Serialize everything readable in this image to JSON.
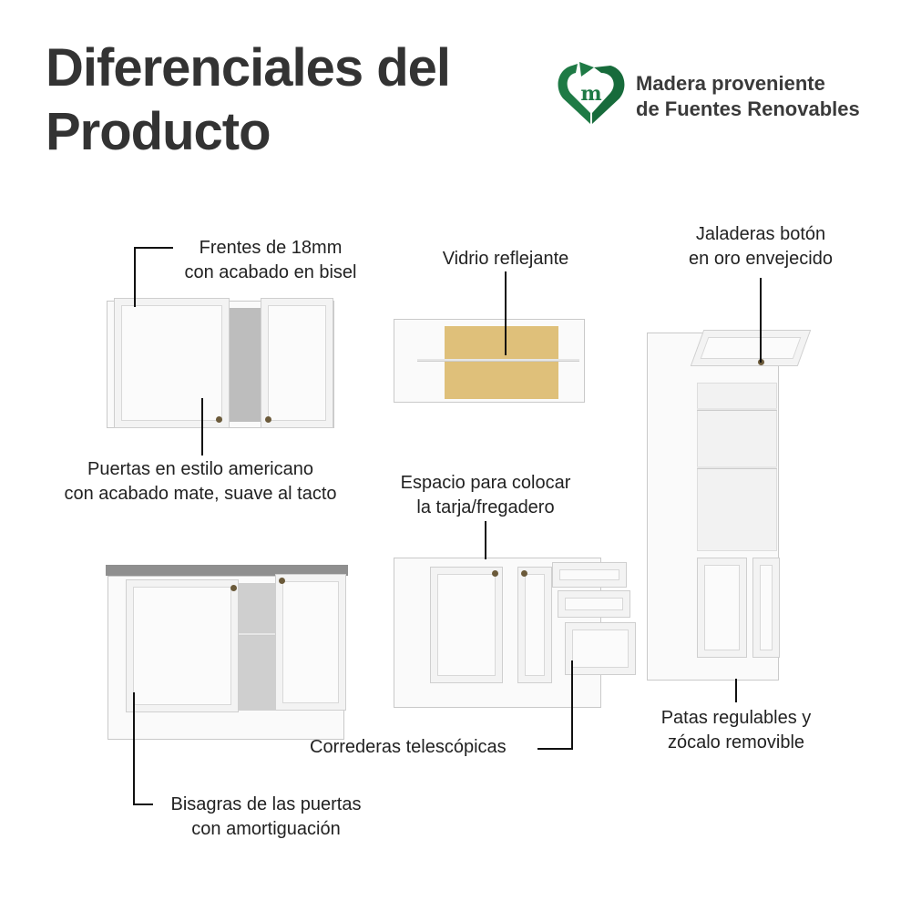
{
  "header": {
    "title_line1": "Diferenciales del",
    "title_line2": "Producto"
  },
  "badge": {
    "icon": "recycle-heart-m-icon",
    "line1": "Madera proveniente",
    "line2": "de Fuentes Renovables",
    "color": "#1e7a45"
  },
  "features": {
    "frentes": [
      "Frentes de 18mm",
      "con acabado en bisel"
    ],
    "puertas": [
      "Puertas en estilo americano",
      "con acabado mate, suave al tacto"
    ],
    "vidrio": [
      "Vidrio reflejante"
    ],
    "jaladeras": [
      "Jaladeras botón",
      "en oro envejecido"
    ],
    "espacio": [
      "Espacio para colocar",
      "la tarja/fregadero"
    ],
    "correderas": [
      "Correderas telescópicas"
    ],
    "patas": [
      "Patas regulables y",
      "zócalo removible"
    ],
    "bisagras": [
      "Bisagras de las puertas",
      "con amortiguación"
    ]
  },
  "colors": {
    "cabinet": "#fafafa",
    "glass": "#d9b563",
    "countertop": "#8f8f8f",
    "knob": "#6b5a3a"
  }
}
